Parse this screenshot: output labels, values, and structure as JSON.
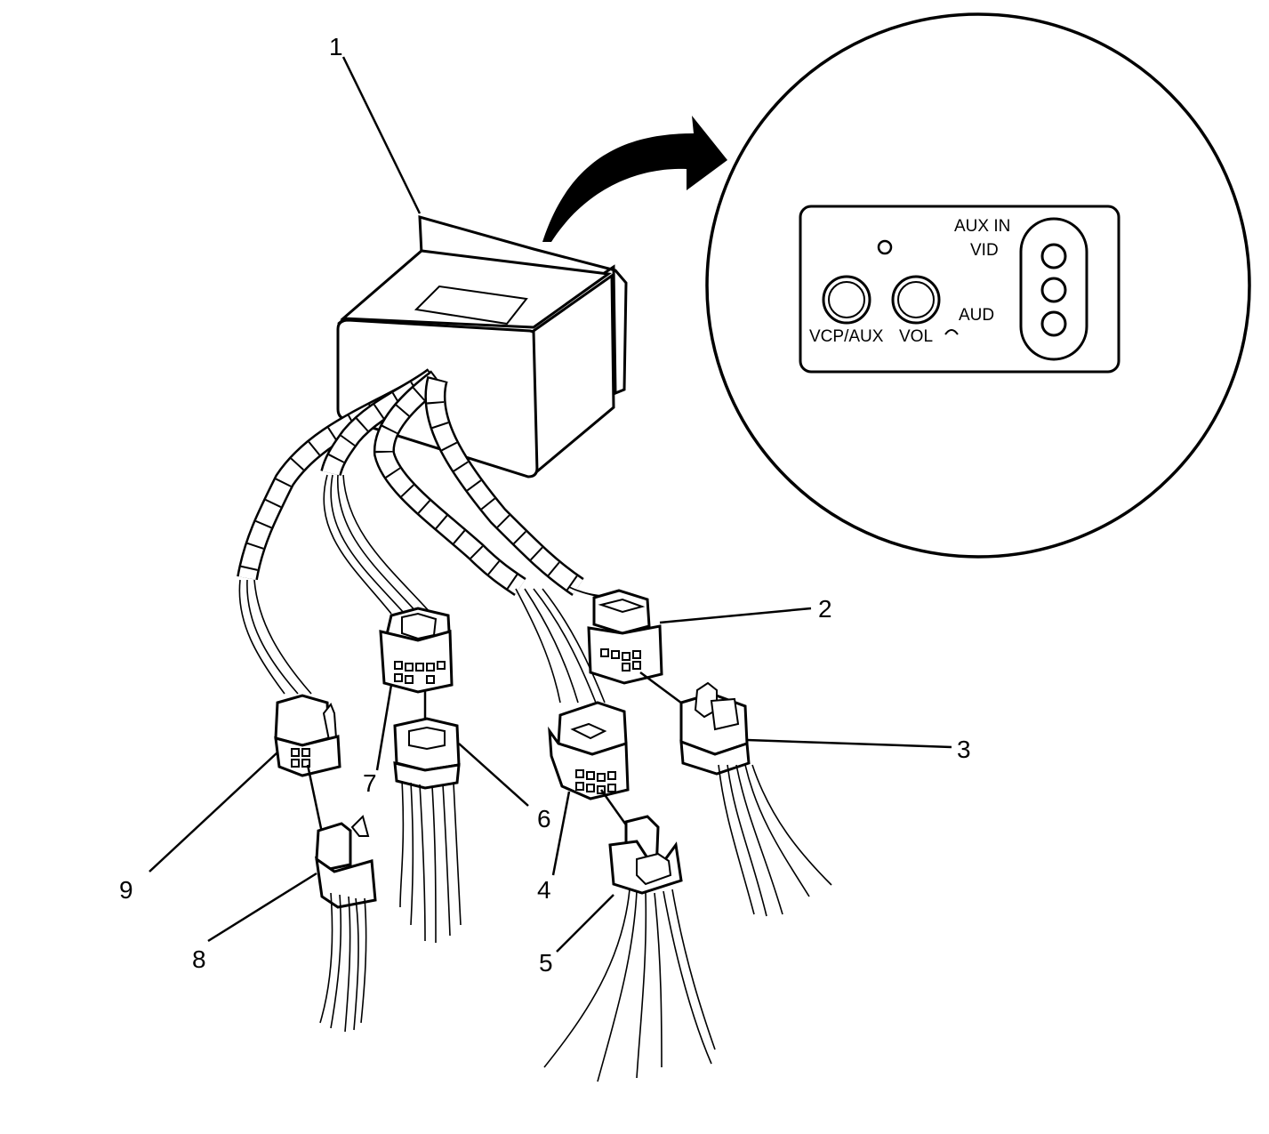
{
  "callouts": [
    "1",
    "2",
    "3",
    "4",
    "5",
    "6",
    "7",
    "8",
    "9"
  ],
  "panel": {
    "aux_in": "AUX IN",
    "vid": "VID",
    "aud": "AUD",
    "vcp_aux": "VCP/AUX",
    "vol": "VOL"
  }
}
